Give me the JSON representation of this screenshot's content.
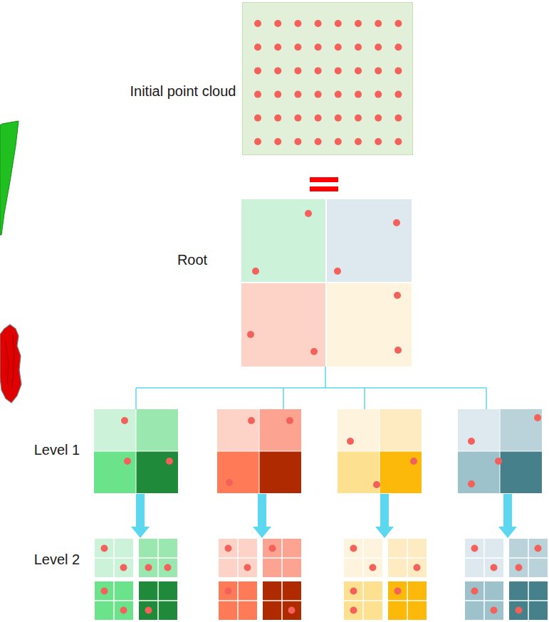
{
  "diagram": {
    "nodes": [
      {
        "text": [
          "Initial point cloud"
        ]
      },
      {
        "text": [
          "Root"
        ]
      }
    ],
    "labels": [
      "Level 1",
      "Level 2"
    ]
  }
}
